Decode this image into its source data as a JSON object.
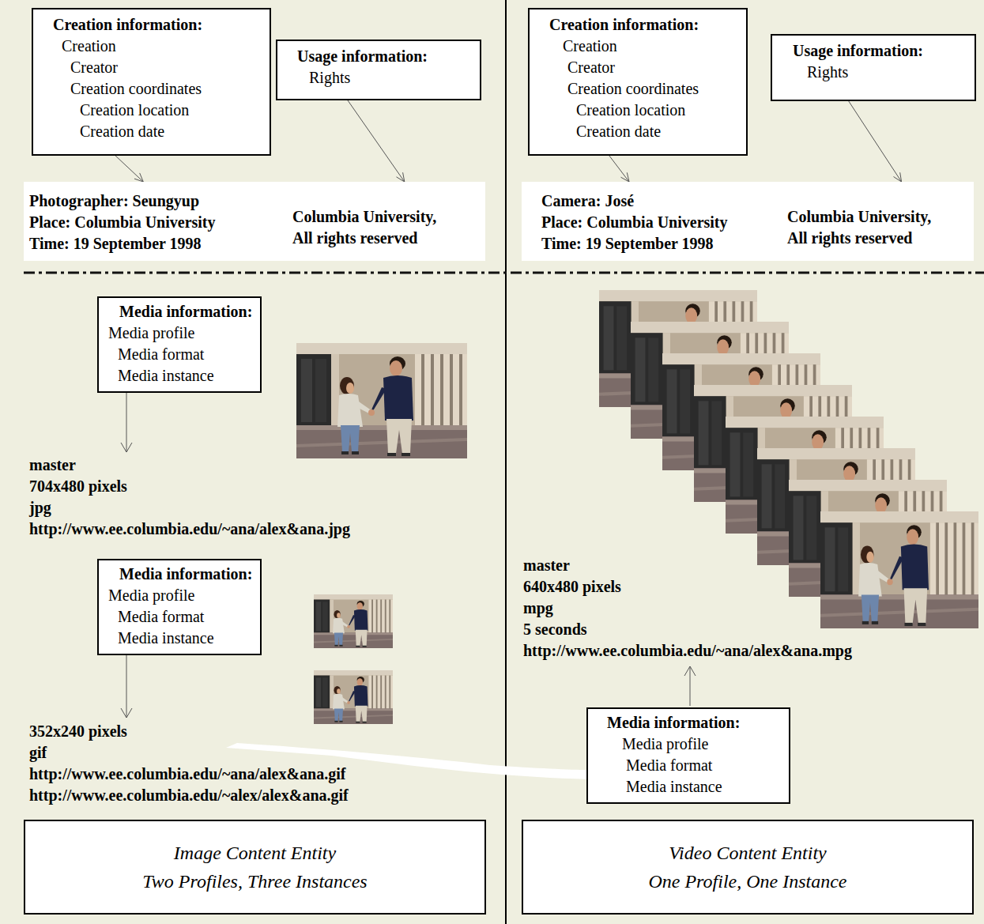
{
  "diagram": {
    "nodes": [
      {
        "text": [
          "Creation information:",
          "Creation",
          "Creator",
          "Creation coordinates",
          "Creation location",
          "Creation date"
        ]
      },
      {
        "text": [
          "Usage information:",
          "Rights"
        ]
      },
      {
        "text": [
          "Creation information:",
          "Creation",
          "Creator",
          "Creation coordinates",
          "Creation location",
          "Creation date"
        ]
      },
      {
        "text": [
          "Usage information:",
          "Rights"
        ]
      },
      {
        "text": [
          "Photographer: Seungyup",
          "Place: Columbia University",
          "Time: 19 September 1998"
        ]
      },
      {
        "text": [
          "Columbia University,",
          "All rights reserved"
        ]
      },
      {
        "text": [
          "Camera: José",
          "Place: Columbia University",
          "Time: 19 September 1998"
        ]
      },
      {
        "text": [
          "Columbia University,",
          "All rights reserved"
        ]
      },
      {
        "text": [
          "Media information:",
          "Media profile",
          "Media format",
          "Media instance"
        ]
      },
      {
        "text": [
          "Media information:",
          "Media profile",
          "Media format",
          "Media instance"
        ]
      },
      {
        "text": [
          "Media information:",
          "Media profile",
          "Media format",
          "Media instance"
        ]
      },
      {
        "text": [
          "Image Content Entity",
          "Two Profiles, Three Instances"
        ]
      },
      {
        "text": [
          "Video Content Entity",
          "One Profile, One Instance"
        ]
      }
    ],
    "edges": [
      {
        "from": 0,
        "to": 4,
        "arrow": "to"
      },
      {
        "from": 1,
        "to": 5,
        "arrow": "to"
      },
      {
        "from": 2,
        "to": 6,
        "arrow": "to"
      },
      {
        "from": 3,
        "to": 7,
        "arrow": "to"
      }
    ],
    "labels": [
      "master",
      "704x480 pixels",
      "jpg",
      "http://www.ee.columbia.edu/~ana/alex&ana.jpg",
      "352x240 pixels",
      "gif",
      "http://www.ee.columbia.edu/~ana/alex&ana.gif",
      "http://www.ee.columbia.edu/~alex/alex&ana.gif",
      "master",
      "640x480 pixels",
      "mpg",
      "5 seconds",
      "http://www.ee.columbia.edu/~ana/alex&ana.mpg"
    ]
  }
}
